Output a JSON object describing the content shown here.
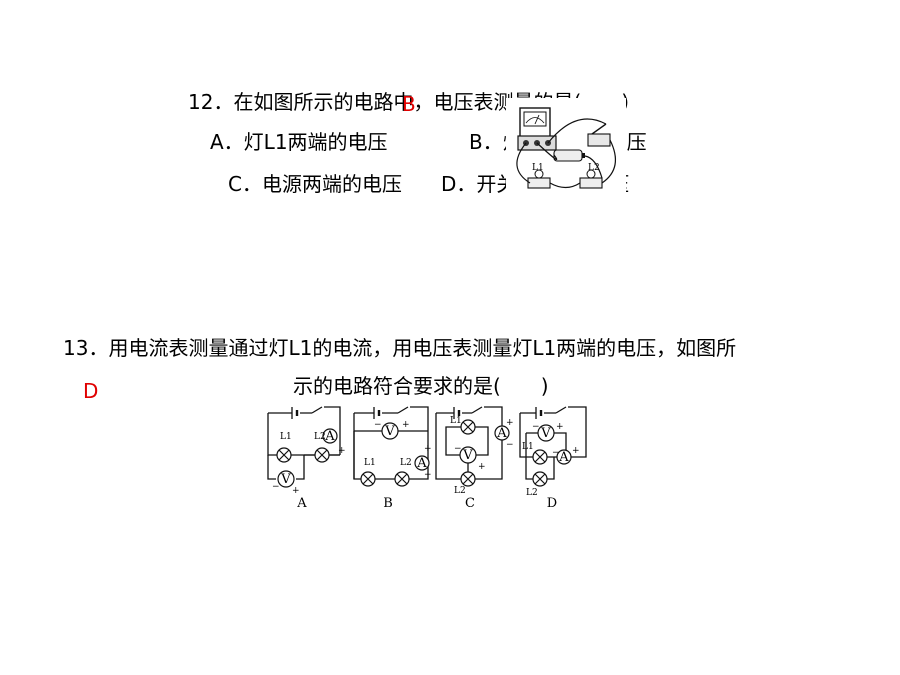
{
  "q12": {
    "stem": "12．在如图所示的电路中，电压表测量的是(　　)",
    "answer": "B",
    "option_a": "A．灯L1两端的电压",
    "option_b": "B．灯L2两端的电压",
    "option_c": "C．电源两端的电压",
    "option_d": "D．开关S两端的电压",
    "figure_labels": [
      "L1",
      "L2"
    ]
  },
  "q13": {
    "stem_line1": "13．用电流表测量通过灯L1的电流，用电压表测量灯L1两端的电压，如图所",
    "stem_line2": "示的电路符合要求的是(　　)",
    "answer": "D",
    "diagram_labels": {
      "A": {
        "caption": "A",
        "ammeter": "A",
        "voltmeter": "V",
        "lamps": [
          "L1",
          "L2"
        ],
        "signs": [
          "+",
          "−",
          "+"
        ]
      },
      "B": {
        "caption": "B",
        "ammeter": "A",
        "voltmeter": "V",
        "lamps": [
          "L1",
          "L2"
        ],
        "signs": [
          "−",
          "+",
          "+",
          "−"
        ]
      },
      "C": {
        "caption": "C",
        "ammeter": "A",
        "voltmeter": "V",
        "lamps": [
          "L1",
          "L2"
        ],
        "signs": [
          "+",
          "−",
          "−",
          "+"
        ]
      },
      "D": {
        "caption": "D",
        "ammeter": "A",
        "voltmeter": "V",
        "lamps": [
          "L1",
          "L2"
        ],
        "signs": [
          "−",
          "+",
          "−",
          "+"
        ]
      }
    }
  }
}
